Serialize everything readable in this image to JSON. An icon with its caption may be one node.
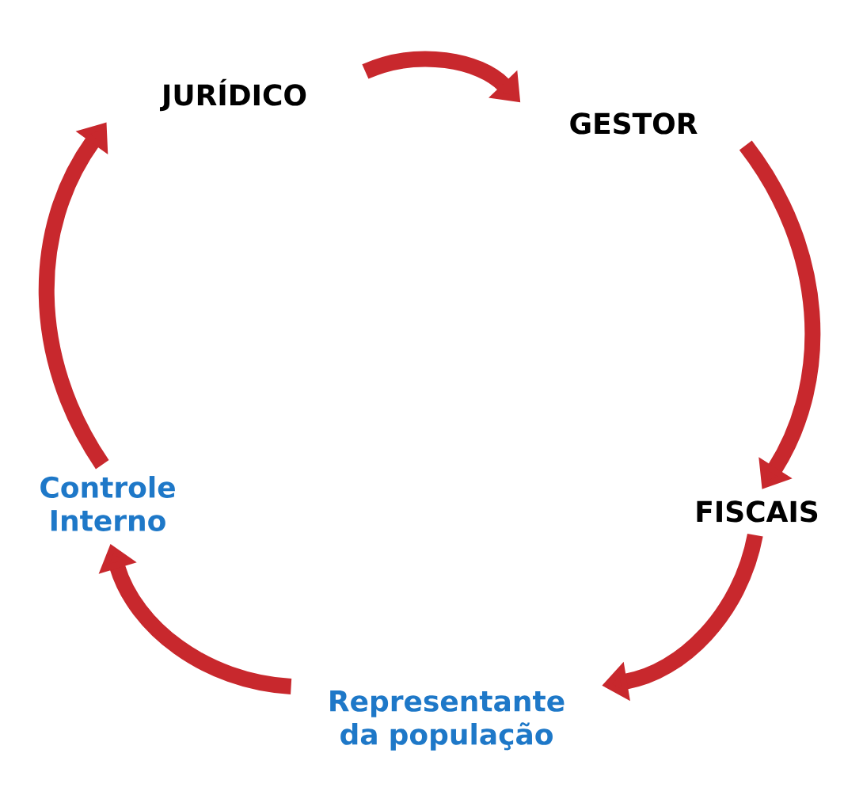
{
  "diagram": {
    "nodes": [
      {
        "text": [
          "JURÍDICO"
        ]
      },
      {
        "text": [
          "GESTOR"
        ]
      },
      {
        "text": [
          "FISCAIS"
        ]
      },
      {
        "text": [
          "Representante da população"
        ]
      },
      {
        "text": [
          "Controle Interno"
        ]
      }
    ],
    "edges": [
      {
        "from": 0,
        "to": 1,
        "arrow": "to"
      },
      {
        "from": 1,
        "to": 2,
        "arrow": "to"
      },
      {
        "from": 2,
        "to": 3,
        "arrow": "to"
      },
      {
        "from": 3,
        "to": 4,
        "arrow": "to"
      },
      {
        "from": 4,
        "to": 0,
        "arrow": "to"
      }
    ]
  }
}
